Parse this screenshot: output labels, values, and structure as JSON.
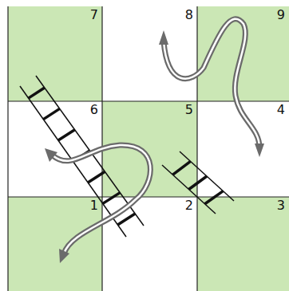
{
  "diagram": {
    "nodes": [
      {
        "text": [
          "7"
        ]
      },
      {
        "text": [
          "8"
        ]
      },
      {
        "text": [
          "9"
        ]
      },
      {
        "text": [
          "6"
        ]
      },
      {
        "text": [
          "5"
        ]
      },
      {
        "text": [
          "4"
        ]
      },
      {
        "text": [
          "1"
        ]
      },
      {
        "text": [
          "2"
        ]
      },
      {
        "text": [
          "3"
        ]
      }
    ]
  }
}
